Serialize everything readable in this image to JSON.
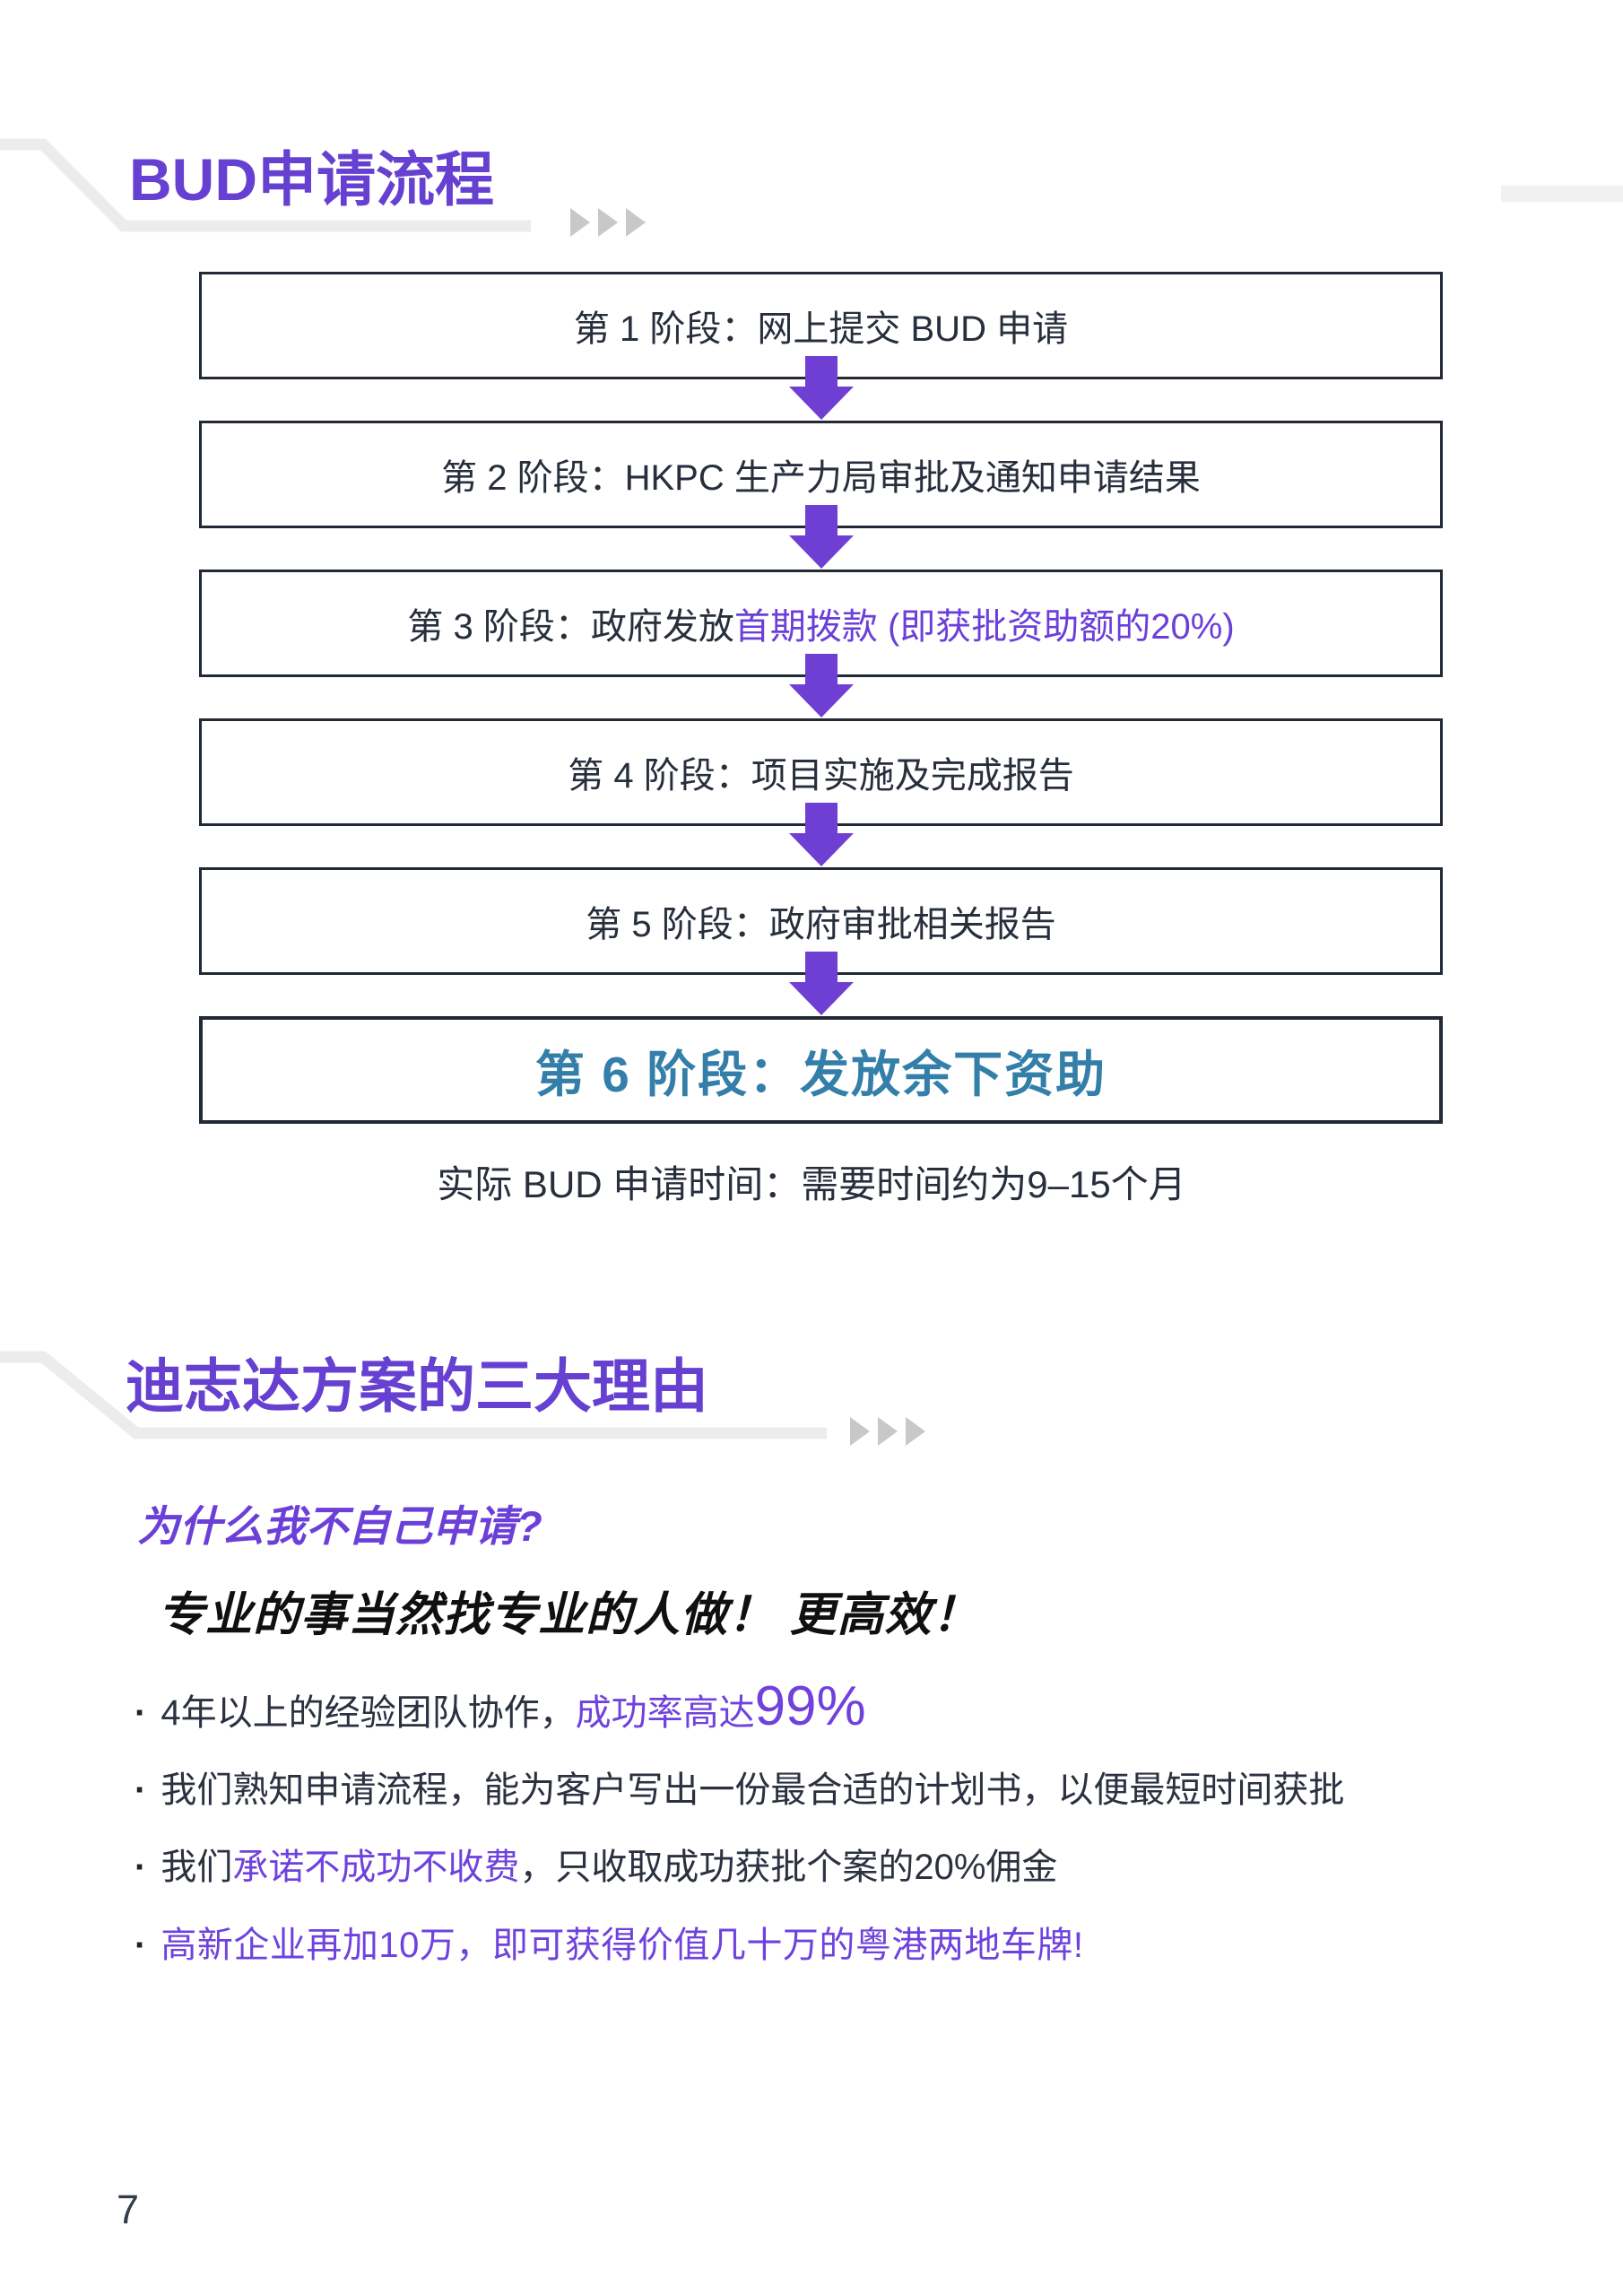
{
  "page": {
    "number": "7"
  },
  "colors": {
    "heading_purple": "#6640d0",
    "highlight_purple": "#6f42de",
    "arrow_purple": "#6f3fd3",
    "stage6_teal": "#337fa9",
    "box_border_dark": "#222a36",
    "body_text_dark": "#272e3c",
    "decoration_gray": "#ececec",
    "triangle_gray": "#c8c8c8"
  },
  "section_flow": {
    "title": "BUD申请流程",
    "stages": [
      {
        "segments": [
          {
            "text": "第 1 阶段：网上提交 BUD 申请",
            "style": "dark"
          }
        ]
      },
      {
        "segments": [
          {
            "text": "第 2 阶段：HKPC 生产力局审批及通知申请结果",
            "style": "dark"
          }
        ]
      },
      {
        "segments": [
          {
            "text": "第 3 阶段：政府发放",
            "style": "dark"
          },
          {
            "text": "首期拨款 (即获批资助额的20%)",
            "style": "purple"
          }
        ]
      },
      {
        "segments": [
          {
            "text": "第 4 阶段：项目实施及完成报告",
            "style": "dark"
          }
        ]
      },
      {
        "segments": [
          {
            "text": "第 5 阶段：政府审批相关报告",
            "style": "dark"
          }
        ]
      },
      {
        "segments": [
          {
            "text": "第 6 阶段：发放余下资助",
            "style": "teal-large"
          }
        ]
      }
    ],
    "caption": "实际 BUD 申请时间：需要时间约为9–15个月"
  },
  "section_reasons": {
    "title": "迪志达方案的三大理由",
    "question": "为什么我不自己申请?",
    "statement": "专业的事当然找专业的人做！ 更高效！",
    "bullets": [
      {
        "segments": [
          {
            "text": "4年以上的经验团队协作，",
            "style": "dark"
          },
          {
            "text": "成功率高达",
            "style": "purple"
          },
          {
            "text": "99%",
            "style": "purple-big"
          }
        ]
      },
      {
        "segments": [
          {
            "text": "我们熟知申请流程，能为客户写出一份最合适的计划书，以便最短时间获批",
            "style": "dark"
          }
        ]
      },
      {
        "segments": [
          {
            "text": "我们",
            "style": "dark"
          },
          {
            "text": "承诺不成功不收费",
            "style": "purple"
          },
          {
            "text": "，只收取成功获批个案的20%佣金",
            "style": "dark"
          }
        ]
      },
      {
        "segments": [
          {
            "text": "高新企业再加10万，即可获得价值几十万的粤港两地车牌!",
            "style": "purple"
          }
        ]
      }
    ]
  }
}
